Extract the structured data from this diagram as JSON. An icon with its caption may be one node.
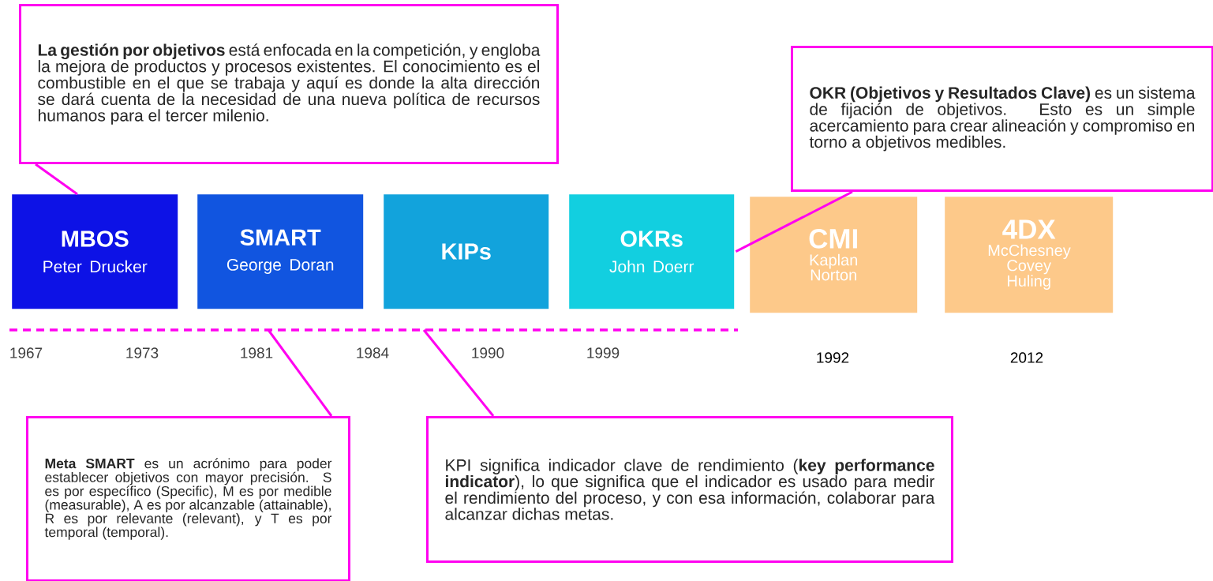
{
  "diagram": {
    "nodes": [
      {
        "text": [
          "**La gestión por objetivos** está enfocada en la competición, y engloba la mejora de productos y procesos existentes. El conocimiento es el combustible en el que se trabaja y aquí es donde la alta dirección se dará cuenta de la necesidad de una nueva política de recursos humanos para el tercer milenio."
        ]
      },
      {
        "text": [
          "MBOS",
          "Peter Drucker"
        ]
      },
      {
        "text": [
          "SMART",
          "George Doran"
        ]
      },
      {
        "text": [
          "KIPs"
        ]
      },
      {
        "text": [
          "OKRs",
          "John Doerr"
        ]
      },
      {
        "text": [
          "**OKR (Objetivos y Resultados Clave)** es un sistema de fijación de objetivos. Esto es un simple acercamiento para crear alineación y compromiso en torno a objetivos medibles."
        ]
      },
      {
        "text": [
          "CMI",
          "Kaplan Norton"
        ]
      },
      {
        "text": [
          "4DX",
          "McChesney Covey Huling"
        ]
      },
      {
        "text": [
          "**Meta SMART** es un acrónimo para poder establecer objetivos con mayor precisión. S es por específico (Specific), M es por medible (measurable), A es por alcanzable (attainable), R es por relevante (relevant), y T es por temporal (temporal)."
        ]
      },
      {
        "text": [
          "KPI significa indicador clave de rendimiento (**key performance indicator**), lo que significa que el indicador es usado para medir el rendimiento del proceso, y con esa información, colaborar para alcanzar dichas metas."
        ]
      }
    ],
    "edges": [
      {
        "from": 0,
        "to": 1,
        "arrow": "none"
      },
      {
        "from": 5,
        "to": 4,
        "arrow": "none"
      },
      {
        "from": 8,
        "to": null,
        "arrow": "none"
      },
      {
        "from": 9,
        "to": null,
        "arrow": "none"
      }
    ],
    "labels": [
      "1967",
      "1973",
      "1981",
      "1984",
      "1990",
      "1999",
      "1992",
      "2012"
    ]
  }
}
